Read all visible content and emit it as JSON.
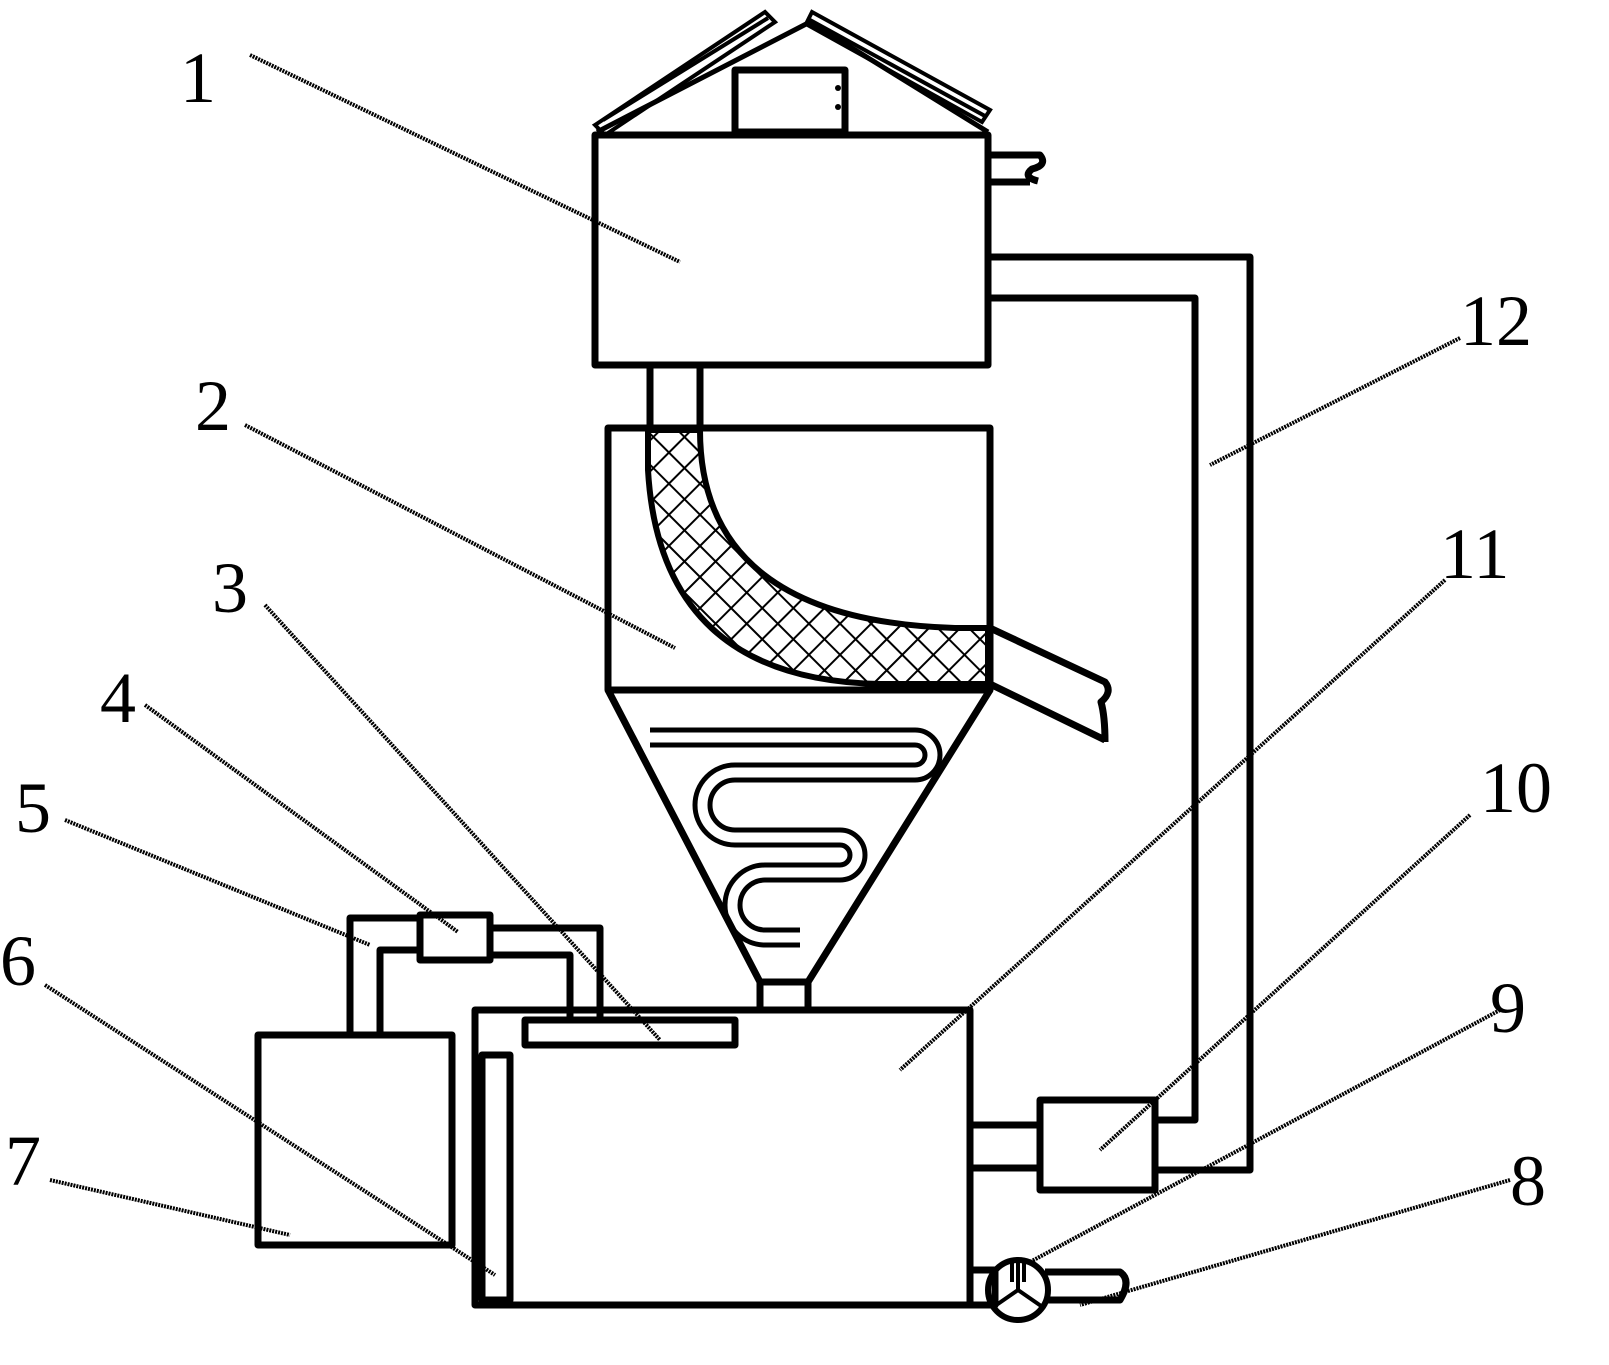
{
  "diagram": {
    "labels": [
      "1",
      "2",
      "3",
      "4",
      "5",
      "6",
      "7",
      "8",
      "9",
      "10",
      "11",
      "12"
    ],
    "colors": {
      "line": "#000000",
      "background": "#ffffff"
    }
  }
}
